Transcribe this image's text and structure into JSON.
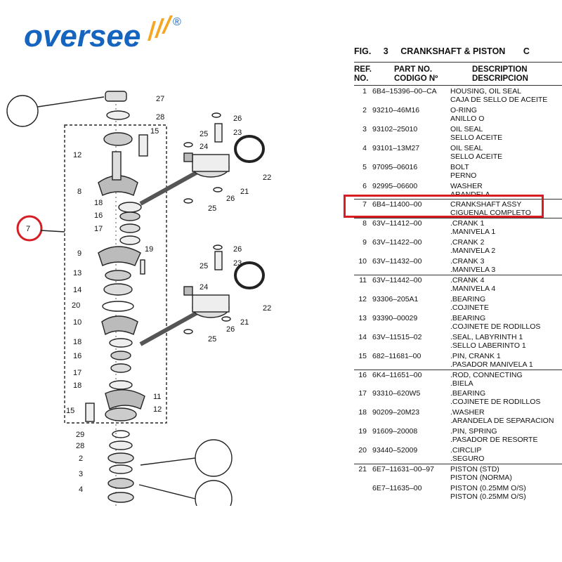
{
  "brand": {
    "name": "oversee",
    "registered": "®",
    "color": "#1565c0",
    "accent": "#f5a623"
  },
  "figure": {
    "fig_label": "FIG.",
    "number": "3",
    "title": "CRANKSHAFT & PISTON",
    "edge_glyph": "C"
  },
  "columns": {
    "ref_1": "REF.",
    "ref_2": "NO.",
    "part_1": "PART NO.",
    "part_2": "CODIGO Nº",
    "desc_1": "DESCRIPTION",
    "desc_2": "DESCRIPCION"
  },
  "parts": [
    {
      "ref": "1",
      "part": "6B4–15396–00–CA",
      "d1": "HOUSING, OIL SEAL",
      "d2": "CAJA DE SELLO DE ACEITE"
    },
    {
      "ref": "2",
      "part": "93210–46M16",
      "d1": "O-RING",
      "d2": "ANILLO O"
    },
    {
      "ref": "3",
      "part": "93102–25010",
      "d1": "OIL SEAL",
      "d2": "SELLO ACEITE"
    },
    {
      "ref": "4",
      "part": "93101–13M27",
      "d1": "OIL SEAL",
      "d2": "SELLO ACEITE"
    },
    {
      "ref": "5",
      "part": "97095–06016",
      "d1": "BOLT",
      "d2": "PERNO"
    },
    {
      "ref": "6",
      "part": "92995–06600",
      "d1": "WASHER",
      "d2": "ARANDELA"
    },
    {
      "ref": "7",
      "part": "6B4–11400–00",
      "d1": "CRANKSHAFT ASSY",
      "d2": "CIGUENAL COMPLETO"
    },
    {
      "ref": "8",
      "part": "63V–11412–00",
      "d1": ".CRANK 1",
      "d2": ".MANIVELA 1"
    },
    {
      "ref": "9",
      "part": "63V–11422–00",
      "d1": ".CRANK 2",
      "d2": ".MANIVELA 2"
    },
    {
      "ref": "10",
      "part": "63V–11432–00",
      "d1": ".CRANK 3",
      "d2": ".MANIVELA 3"
    },
    {
      "ref": "11",
      "part": "63V–11442–00",
      "d1": ".CRANK 4",
      "d2": ".MANIVELA 4"
    },
    {
      "ref": "12",
      "part": "93306–205A1",
      "d1": ".BEARING",
      "d2": ".COJINETE"
    },
    {
      "ref": "13",
      "part": "93390–00029",
      "d1": ".BEARING",
      "d2": ".COJINETE DE RODILLOS"
    },
    {
      "ref": "14",
      "part": "63V–11515–02",
      "d1": ".SEAL, LABYRINTH 1",
      "d2": ".SELLO LABERINTO 1"
    },
    {
      "ref": "15",
      "part": "682–11681–00",
      "d1": ".PIN, CRANK 1",
      "d2": ".PASADOR MANIVELA 1"
    },
    {
      "ref": "16",
      "part": "6K4–11651–00",
      "d1": ".ROD, CONNECTING",
      "d2": ".BIELA"
    },
    {
      "ref": "17",
      "part": "93310–620W5",
      "d1": ".BEARING",
      "d2": ".COJINETE DE RODILLOS"
    },
    {
      "ref": "18",
      "part": "90209–20M23",
      "d1": ".WASHER",
      "d2": ".ARANDELA DE SEPARACION"
    },
    {
      "ref": "19",
      "part": "91609–20008",
      "d1": ".PIN, SPRING",
      "d2": ".PASADOR DE RESORTE"
    },
    {
      "ref": "20",
      "part": "93440–52009",
      "d1": ".CIRCLIP",
      "d2": ".SEGURO"
    },
    {
      "ref": "21",
      "part": "6E7–11631–00–97",
      "d1": "PISTON (STD)",
      "d2": "PISTON (NORMA)"
    },
    {
      "ref": "",
      "part": "6E7–11635–00",
      "d1": "PISTON (0.25MM O/S)",
      "d2": "PISTON (0.25MM O/S)"
    }
  ],
  "highlight": {
    "ref": "7",
    "color": "#d81c24"
  },
  "diagram_labels": {
    "top": [
      "27",
      "28",
      "15",
      "12",
      "8",
      "18",
      "16",
      "17",
      "9",
      "13",
      "14",
      "20",
      "10",
      "18",
      "16",
      "17",
      "18",
      "11",
      "15",
      "12",
      "19"
    ],
    "upper_piston": [
      "26",
      "23",
      "25",
      "24",
      "21",
      "22",
      "26",
      "25"
    ],
    "lower_piston": [
      "26",
      "25",
      "23",
      "24",
      "22",
      "21",
      "26",
      "25"
    ],
    "bottom": [
      "29",
      "28",
      "2",
      "3",
      "4"
    ],
    "assembly": "7"
  }
}
